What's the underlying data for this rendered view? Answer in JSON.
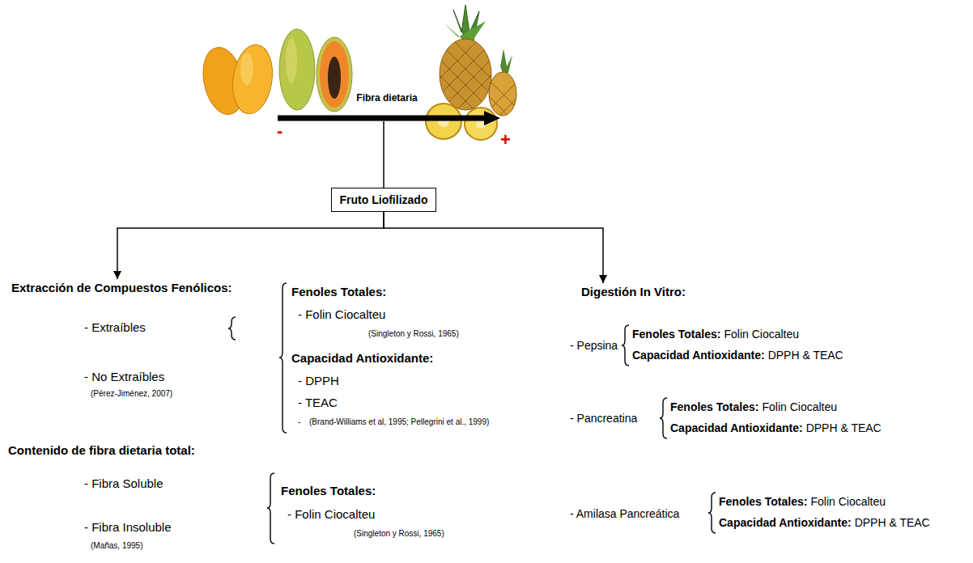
{
  "diagram": {
    "nodes": [
      {
        "text": [
          "Fruto Liofilizado"
        ]
      },
      {
        "text": [
          "Extracción de Compuestos Fenólicos:"
        ]
      },
      {
        "text": [
          "Digestión In Vitro:"
        ]
      }
    ],
    "edges": [
      {
        "from": 0,
        "to": 1,
        "arrow": "to"
      },
      {
        "from": 0,
        "to": 2,
        "arrow": "to"
      }
    ],
    "labels": [
      "Fibra dietaria",
      "-",
      "+",
      "- Extraíbles",
      "- No Extraíbles",
      "(Pérez-Jiménez, 2007)",
      "Fenoles Totales:",
      "- Folin Ciocalteu",
      "(Singleton y Rossi, 1965)",
      "Capacidad Antioxidante:",
      "- DPPH",
      "- TEAC",
      "-",
      "(Brand-Williams et al, 1995; Pellegrini et al., 1999)",
      "Contenido de fibra dietaria total:",
      "- Fibra Soluble",
      "- Fibra Insoluble",
      "(Mañas, 1995)",
      "Fenoles Totales:",
      "- Folin Ciocalteu",
      "(Singleton y Rossi, 1965)",
      "- Pepsina",
      "Fenoles Totales:",
      "Folin Ciocalteu",
      "Capacidad Antioxidante:",
      "DPPH & TEAC",
      "- Pancreatina",
      "Fenoles Totales:",
      "Folin Ciocalteu",
      "Capacidad Antioxidante:",
      "DPPH & TEAC",
      "- Amilasa Pancreática",
      "Fenoles Totales:",
      "Folin Ciocalteu",
      "Capacidad Antioxidante:",
      "DPPH & TEAC"
    ]
  }
}
